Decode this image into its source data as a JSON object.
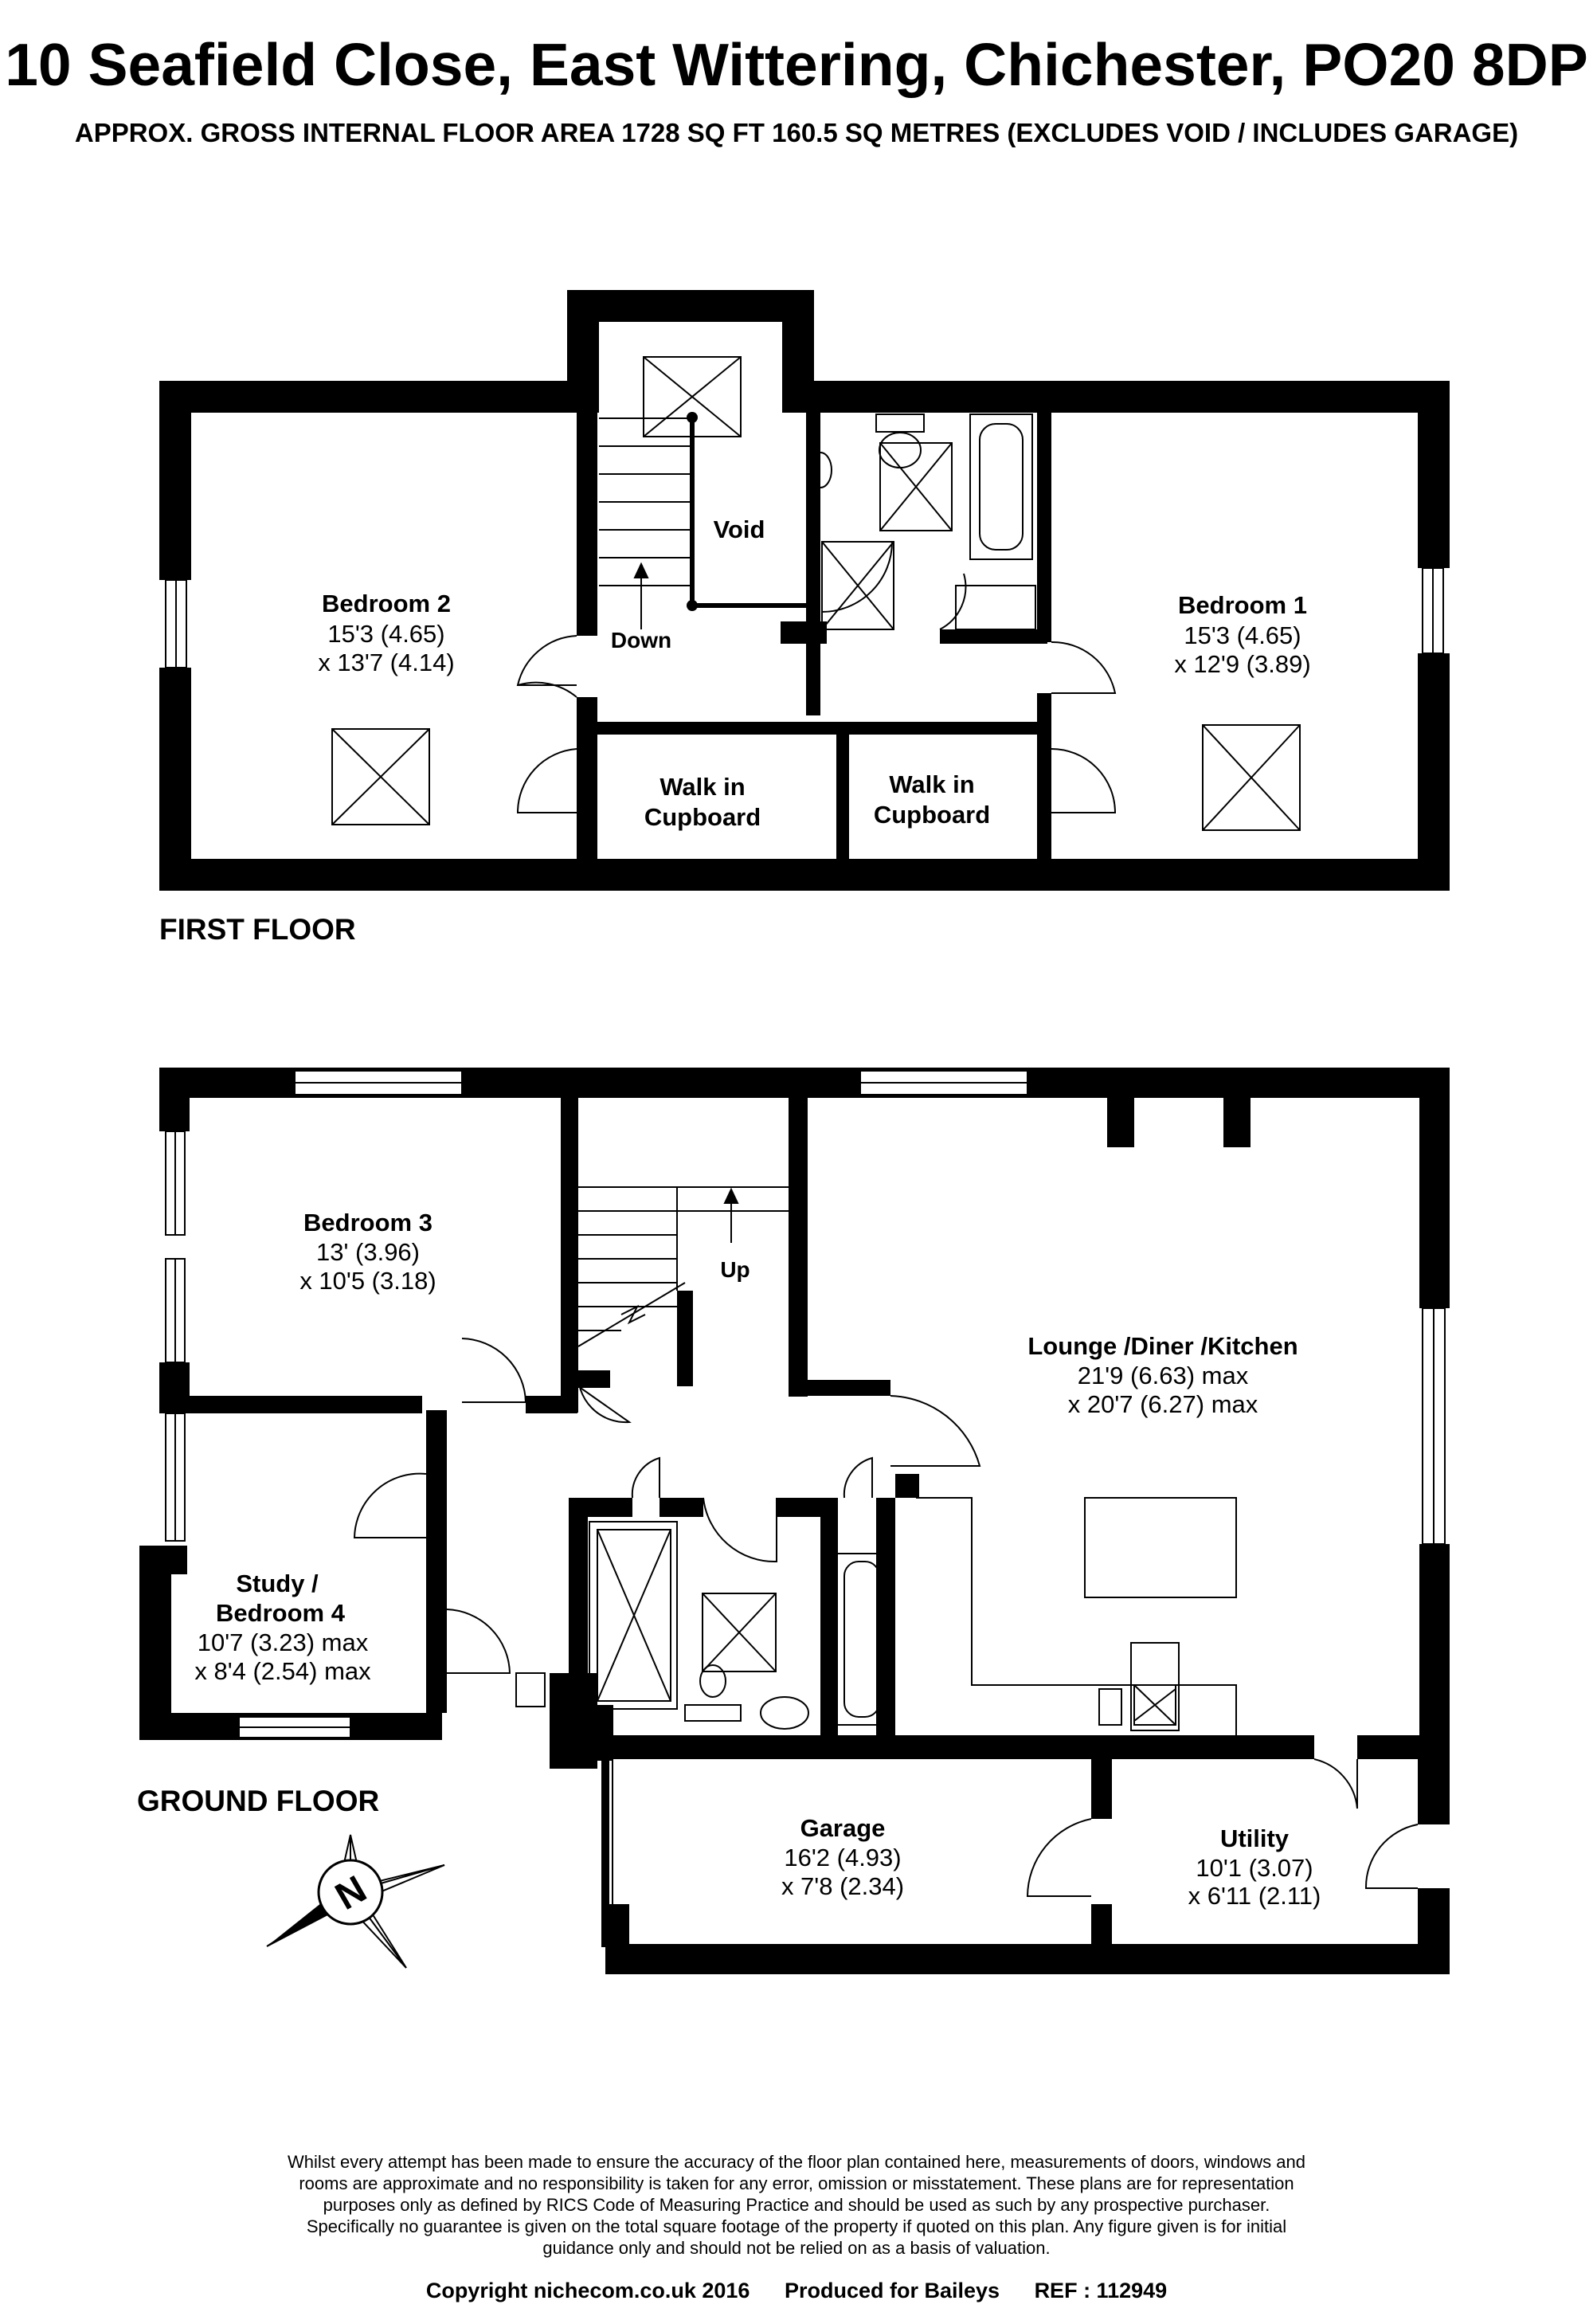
{
  "header": {
    "title": "10 Seafield Close, East Wittering, Chichester, PO20 8DP",
    "subtitle": "APPROX. GROSS INTERNAL FLOOR AREA 1728 SQ FT 160.5 SQ METRES (EXCLUDES VOID / INCLUDES GARAGE)"
  },
  "first_floor": {
    "label": "FIRST FLOOR",
    "rooms": {
      "bedroom2": {
        "name": "Bedroom 2",
        "dim1": "15'3 (4.65)",
        "dim2": "x 13'7 (4.14)"
      },
      "bedroom1": {
        "name": "Bedroom 1",
        "dim1": "15'3 (4.65)",
        "dim2": "x 12'9 (3.89)"
      },
      "void": {
        "name": "Void"
      },
      "down": {
        "name": "Down"
      },
      "cupboard_left": {
        "line1": "Walk in",
        "line2": "Cupboard"
      },
      "cupboard_right": {
        "line1": "Walk in",
        "line2": "Cupboard"
      }
    }
  },
  "ground_floor": {
    "label": "GROUND FLOOR",
    "rooms": {
      "bedroom3": {
        "name": "Bedroom 3",
        "dim1": "13' (3.96)",
        "dim2": "x 10'5 (3.18)"
      },
      "study": {
        "line1": "Study /",
        "line2": "Bedroom 4",
        "dim1": "10'7 (3.23) max",
        "dim2": "x 8'4 (2.54) max"
      },
      "lounge": {
        "name": "Lounge /Diner /Kitchen",
        "dim1": "21'9 (6.63) max",
        "dim2": "x 20'7 (6.27) max"
      },
      "up": {
        "name": "Up"
      },
      "garage": {
        "name": "Garage",
        "dim1": "16'2 (4.93)",
        "dim2": "x 7'8 (2.34)"
      },
      "utility": {
        "name": "Utility",
        "dim1": "10'1 (3.07)",
        "dim2": "x 6'11 (2.11)"
      }
    }
  },
  "compass": {
    "letter": "N"
  },
  "disclaimer": [
    "Whilst every attempt has been made to ensure the accuracy of the floor plan contained here, measurements of doors, windows and",
    "rooms are approximate and no responsibility is taken for any error, omission or misstatement. These plans are for representation",
    "purposes only as defined by RICS Code of Measuring Practice and should be used as such by any prospective purchaser.",
    "Specifically no guarantee is given on the total square footage of the property if quoted on this plan. Any figure given is for initial",
    "guidance only and should not be relied on as a basis of valuation."
  ],
  "footer": {
    "copyright": "Copyright nichecom.co.uk 2016",
    "produced": "Produced for Baileys",
    "ref": "REF : 112949"
  }
}
